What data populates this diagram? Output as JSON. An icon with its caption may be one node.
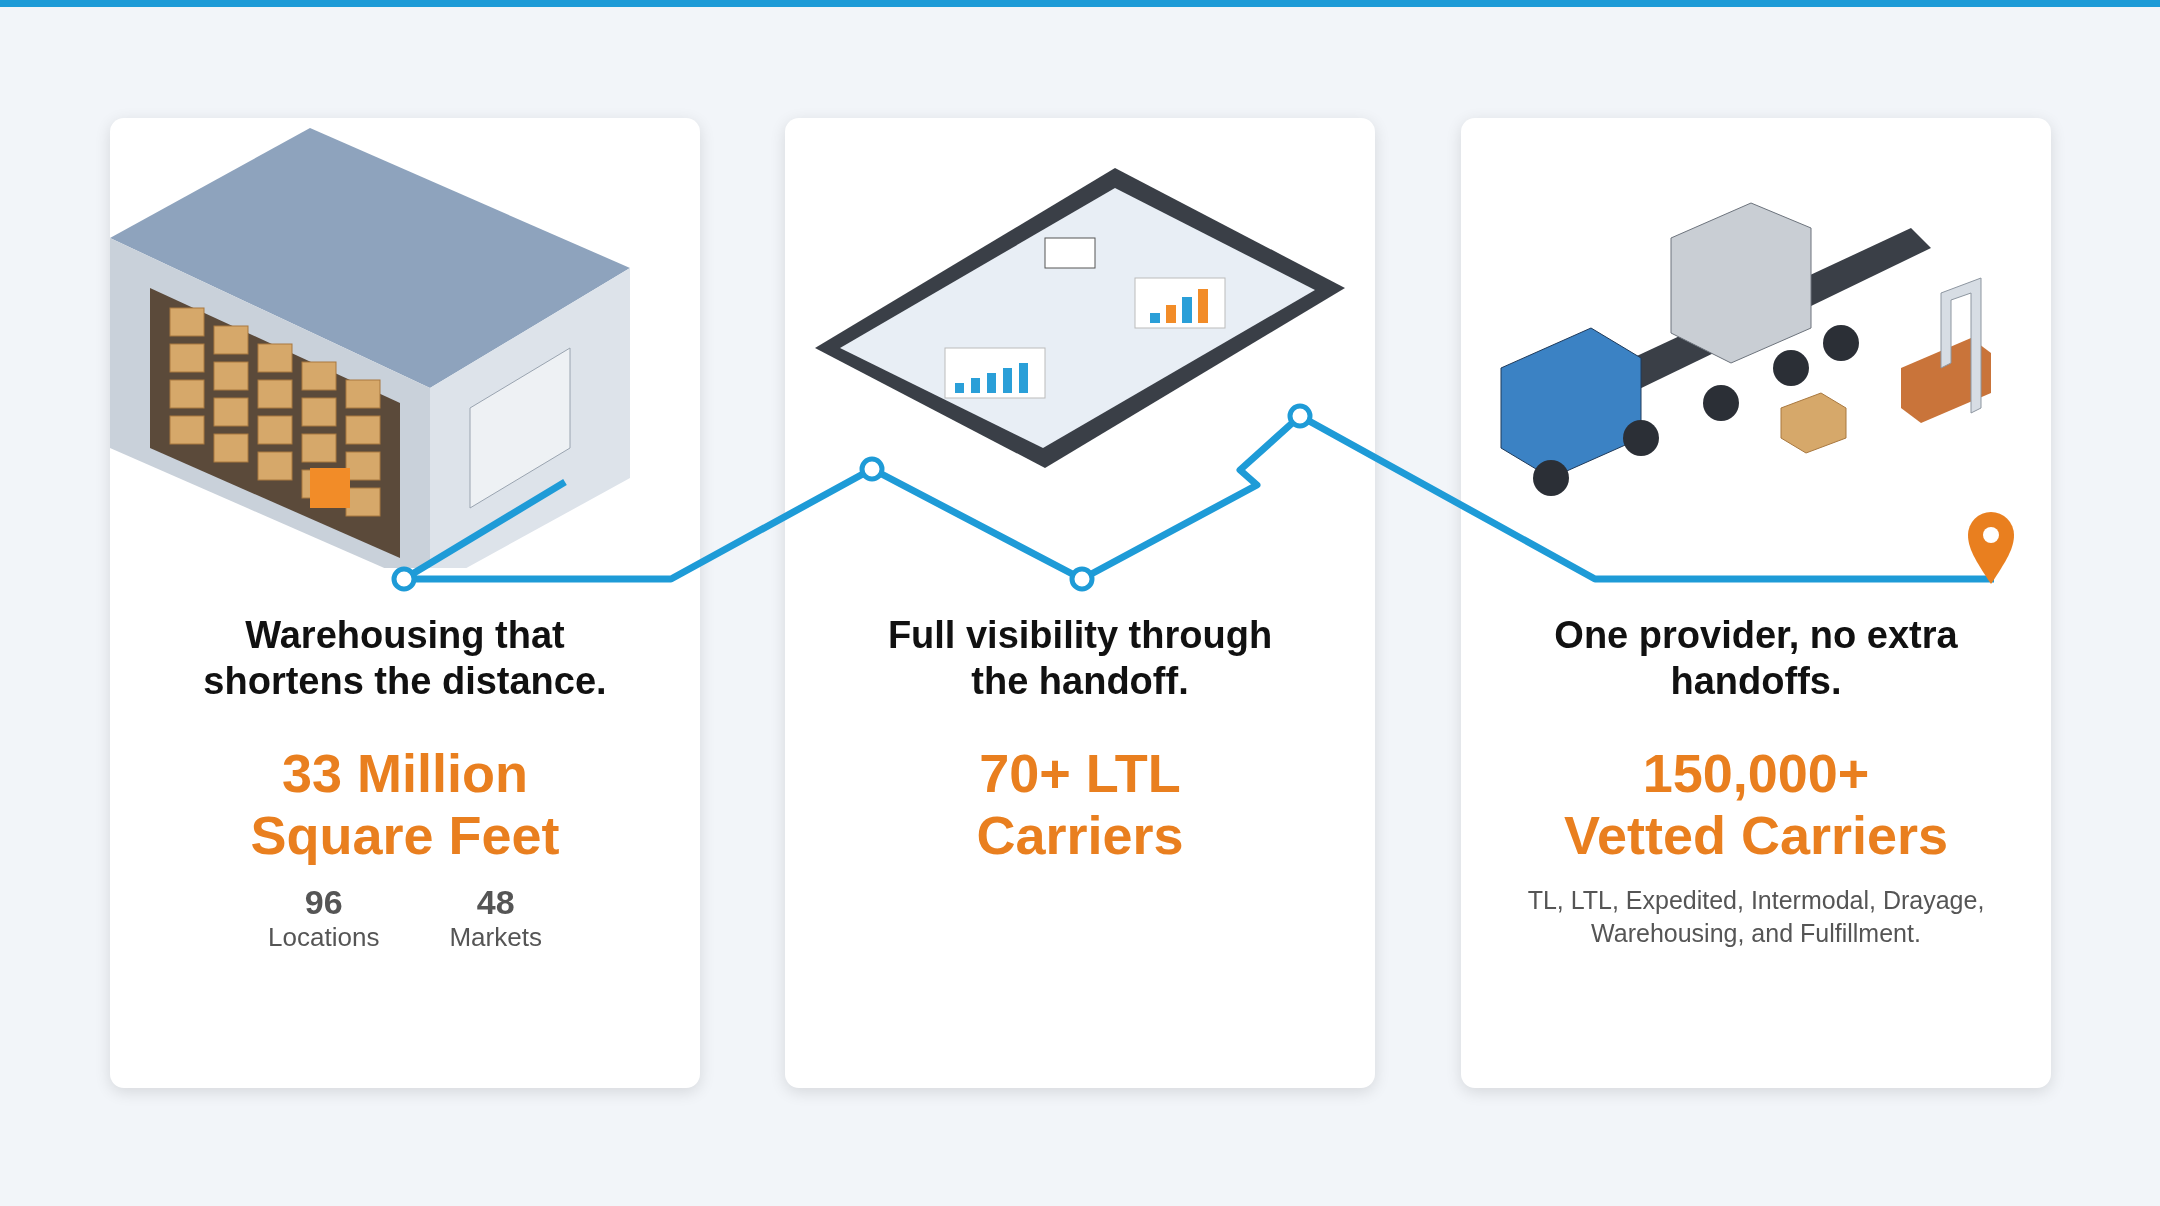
{
  "diagram": {
    "nodes": [
      {
        "text": [
          "Warehousing that shortens the distance.",
          "33 Million Square Feet",
          "96",
          "Locations",
          "48",
          "Markets"
        ]
      },
      {
        "text": [
          "Full visibility through the handoff.",
          "70+ LTL Carriers"
        ]
      },
      {
        "text": [
          "One provider, no extra handoffs.",
          "150,000+ Vetted Carriers",
          "TL, LTL, Expedited, Intermodal, Drayage, Warehousing, and Fulfillment."
        ]
      }
    ]
  }
}
